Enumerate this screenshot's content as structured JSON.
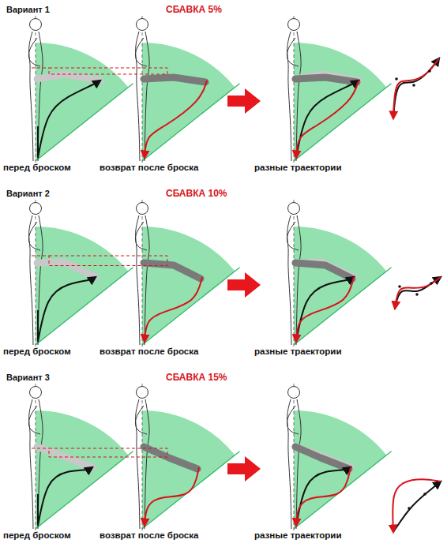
{
  "diagram": {
    "labels": [
      "Вариант 1",
      "СБАВКА 5%",
      "перед броском",
      "возврат после броска",
      "разные траектории",
      "Вариант 2",
      "СБАВКА 10%",
      "перед броском",
      "возврат после броска",
      "разные траектории",
      "Вариант 3",
      "СБАВКА 15%",
      "перед броском",
      "возврат после броска",
      "разные траектории"
    ]
  }
}
